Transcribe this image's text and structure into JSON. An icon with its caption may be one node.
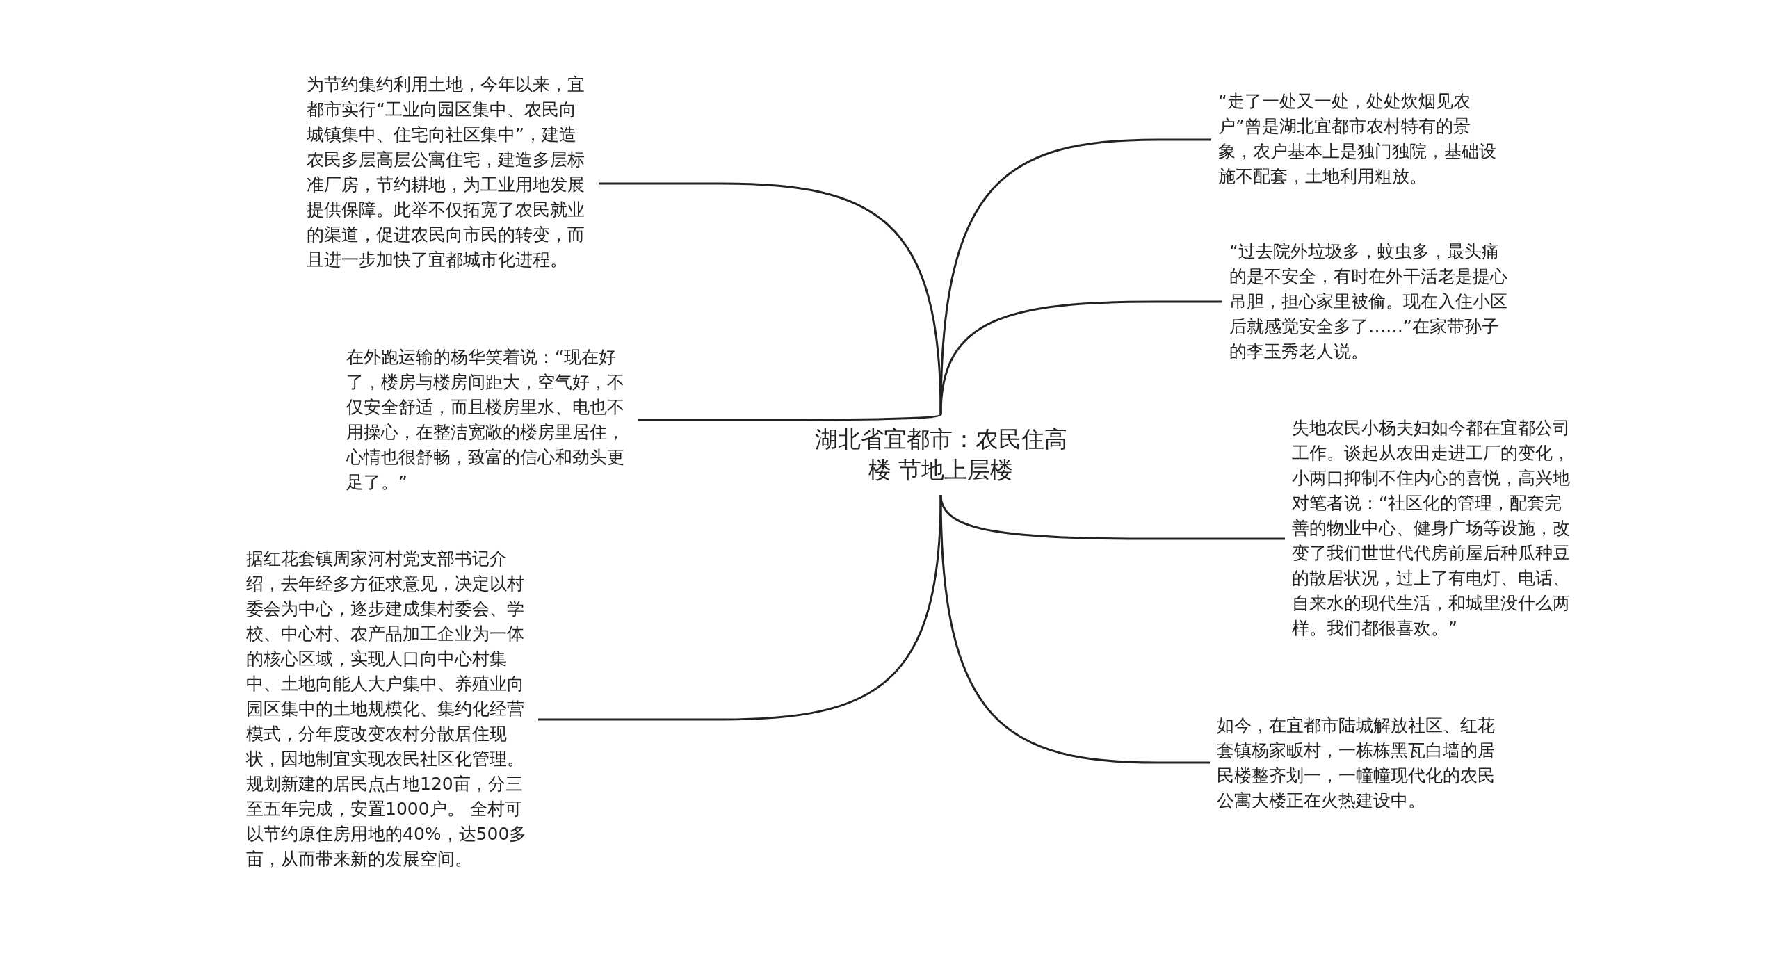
{
  "diagram": {
    "nodes": [
      {
        "text": [
          "湖北省宜都市：农民住高楼 节地上层楼"
        ]
      },
      {
        "text": [
          "为节约集约利用土地，今年以来，宜都市实行“工业向园区集中、农民向城镇集中、住宅向社区集中”，建造农民多层高层公寓住宅，建造多层标准厂房，节约耕地，为工业用地发展提供保障。此举不仅拓宽了农民就业的渠道，促进农民向市民的转变，而且进一步加快了宜都城市化进程。"
        ]
      },
      {
        "text": [
          "在外跑运输的杨华笑着说：“现在好了，楼房与楼房间距大，空气好，不仅安全舒适，而且楼房里水、电也不用操心，在整洁宽敞的楼房里居住，心情也很舒畅，致富的信心和劲头更足了。”"
        ]
      },
      {
        "text": [
          "据红花套镇周家河村党支部书记介绍，去年经多方征求意见，决定以村委会为中心，逐步建成集村委会、学校、中心村、农产品加工企业为一体的核心区域，实现人口向中心村集中、土地向能人大户集中、养殖业向园区集中的土地规模化、集约化经营模式，分年度改变农村分散居住现状，因地制宜实现农民社区化管理。规划新建的居民点占地120亩，分三至五年完成，安置1000户。 全村可以节约原住房用地的40%，达500多亩，从而带来新的发展空间。"
        ]
      },
      {
        "text": [
          "“走了一处又一处，处处炊烟见农户”曾是湖北宜都市农村特有的景象，农户基本上是独门独院，基础设施不配套，土地利用粗放。"
        ]
      },
      {
        "text": [
          "“过去院外垃圾多，蚊虫多，最头痛的是不安全，有时在外干活老是提心吊胆，担心家里被偷。现在入住小区后就感觉安全多了……”在家带孙子的李玉秀老人说。"
        ]
      },
      {
        "text": [
          "失地农民小杨夫妇如今都在宜都公司工作。谈起从农田走进工厂的变化，小两口抑制不住内心的喜悦，高兴地对笔者说：“社区化的管理，配套完善的物业中心、健身广场等设施，改变了我们世世代代房前屋后种瓜种豆的散居状况，过上了有电灯、电话、自来水的现代生活，和城里没什么两样。我们都很喜欢。”"
        ]
      },
      {
        "text": [
          "如今，在宜都市陆城解放社区、红花套镇杨家畈村，一栋栋黑瓦白墙的居民楼整齐划一，一幢幢现代化的农民公寓大楼正在火热建设中。"
        ]
      }
    ],
    "edges": [
      {
        "from": 0,
        "to": 1,
        "arrow": "none"
      },
      {
        "from": 0,
        "to": 2,
        "arrow": "none"
      },
      {
        "from": 0,
        "to": 3,
        "arrow": "none"
      },
      {
        "from": 0,
        "to": 4,
        "arrow": "none"
      },
      {
        "from": 0,
        "to": 5,
        "arrow": "none"
      },
      {
        "from": 0,
        "to": 6,
        "arrow": "none"
      },
      {
        "from": 0,
        "to": 7,
        "arrow": "none"
      }
    ]
  }
}
